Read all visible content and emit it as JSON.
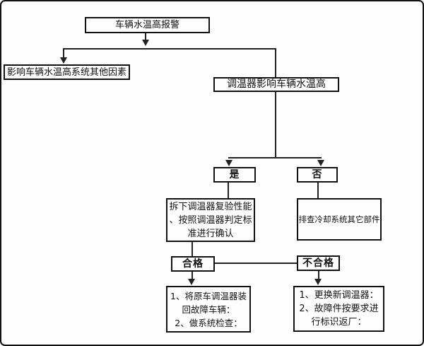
{
  "nodes": {
    "alarm": "车辆水温高报警",
    "other_factors": "影响车辆水温高系统其他因素",
    "thermostat_cause": "调温器影响车辆水温高",
    "yes": "是",
    "no": "否",
    "retest": "拆下调温器复验性能\n、按照调温器判定标\n准进行确认",
    "inspect_others": "排查冷却系统其它部件",
    "pass": "合格",
    "fail": "不合格",
    "pass_actions": "1、将原车调温器装\n回故障车辆：\n2、做系统检查：",
    "fail_actions": "1、更换新调温器：\n2、故障件按要求进\n行标识返厂："
  },
  "colors": {
    "background": "#fdfdfd",
    "border": "#111111",
    "line": "#222222",
    "text": "#111111"
  }
}
